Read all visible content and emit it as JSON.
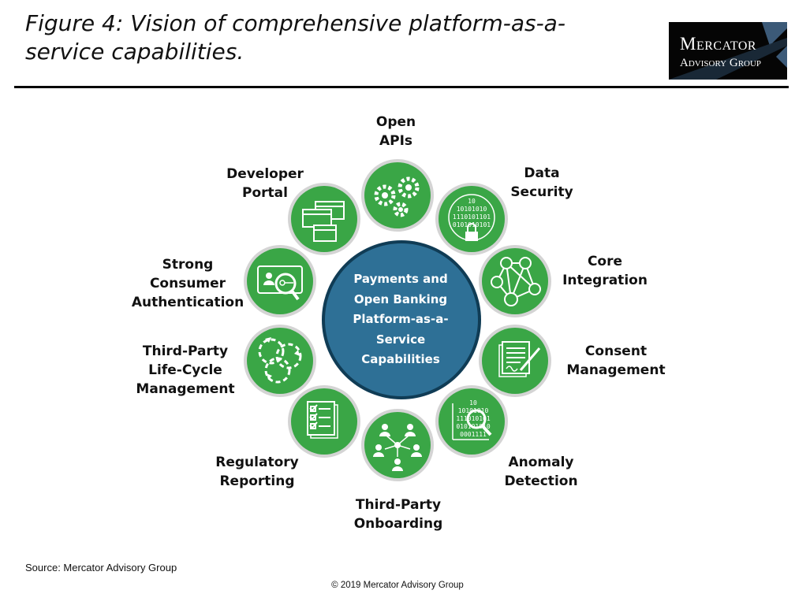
{
  "figure": {
    "title": "Figure 4: Vision of comprehensive  platform-as-a-service capabilities."
  },
  "logo": {
    "line1": "Mercator",
    "line2": "Advisory Group",
    "icon": "x-mark-icon"
  },
  "hub": {
    "text": "Payments and Open Banking Platform-as-a-Service Capabilities",
    "color": "#2e7096"
  },
  "colors": {
    "node": "#3aa646",
    "node_ring": "#d4d4d4",
    "hub": "#2e7096",
    "hub_ring": "#103c55"
  },
  "capabilities": [
    {
      "id": "open-apis",
      "line1": "Open",
      "line2": "APIs",
      "icon": "gears-icon"
    },
    {
      "id": "data-security",
      "line1": "Data",
      "line2": "Security",
      "icon": "binary-lock-icon"
    },
    {
      "id": "core-integration",
      "line1": "Core",
      "line2": "Integration",
      "icon": "network-icon"
    },
    {
      "id": "consent-management",
      "line1": "Consent",
      "line2": "Management",
      "icon": "signed-document-icon"
    },
    {
      "id": "anomaly-detection",
      "line1": "Anomaly",
      "line2": "Detection",
      "icon": "binary-magnifier-icon"
    },
    {
      "id": "third-party-onboarding",
      "line1": "Third-Party",
      "line2": "Onboarding",
      "icon": "people-network-icon"
    },
    {
      "id": "regulatory-reporting",
      "line1": "Regulatory",
      "line2": "Reporting",
      "icon": "checklist-icon"
    },
    {
      "id": "third-party-lifecycle",
      "line1": "Third-Party",
      "line2": "Life-Cycle",
      "line3": "Management",
      "icon": "cycle-arrows-icon"
    },
    {
      "id": "strong-consumer-auth",
      "line1": "Strong",
      "line2": "Consumer",
      "line3": "Authentication",
      "icon": "id-card-key-icon"
    },
    {
      "id": "developer-portal",
      "line1": "Developer",
      "line2": "Portal",
      "icon": "browser-windows-icon"
    }
  ],
  "footer": {
    "source": "Source: Mercator Advisory Group",
    "copyright": "© 2019 Mercator Advisory Group"
  }
}
